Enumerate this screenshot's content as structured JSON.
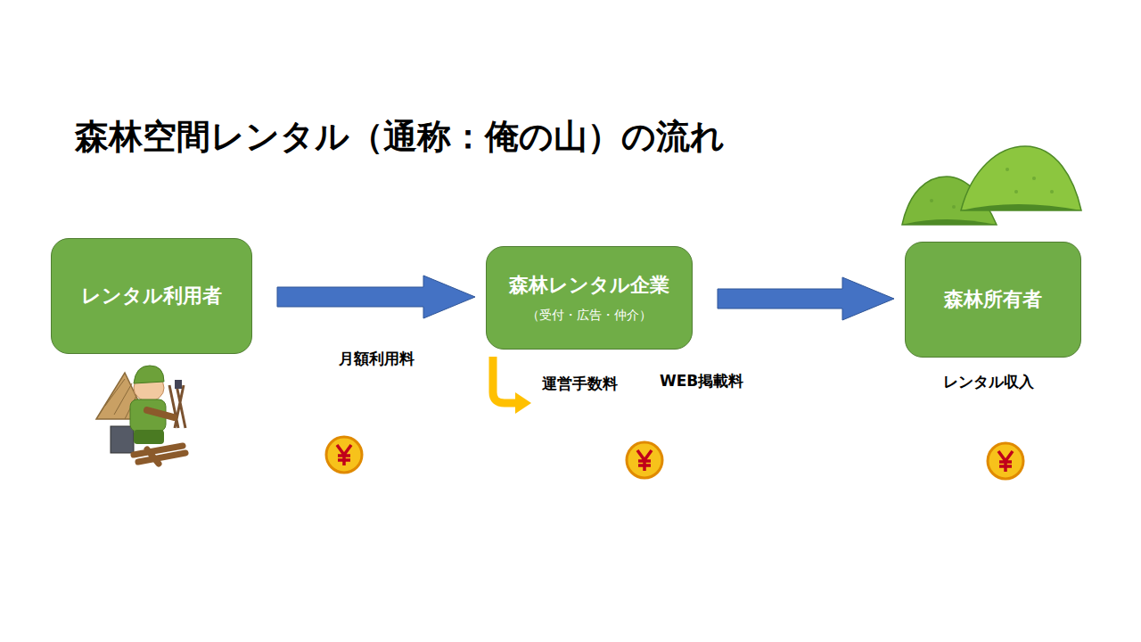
{
  "diagram": {
    "title": "森林空間レンタル（通称：俺の山）の流れ",
    "nodes": [
      {
        "text": [
          "レンタル利用者"
        ]
      },
      {
        "text": [
          "森林レンタル企業",
          "（受付・広告・仲介）"
        ]
      },
      {
        "text": [
          "森林所有者"
        ]
      }
    ],
    "edges": [
      {
        "from": 0,
        "to": 1,
        "arrow": "to",
        "label": "月額利用料"
      },
      {
        "from": 1,
        "to": 2,
        "arrow": "to"
      }
    ],
    "labels": [
      "運営手数料",
      "WEB掲載料",
      "レンタル収入"
    ]
  }
}
